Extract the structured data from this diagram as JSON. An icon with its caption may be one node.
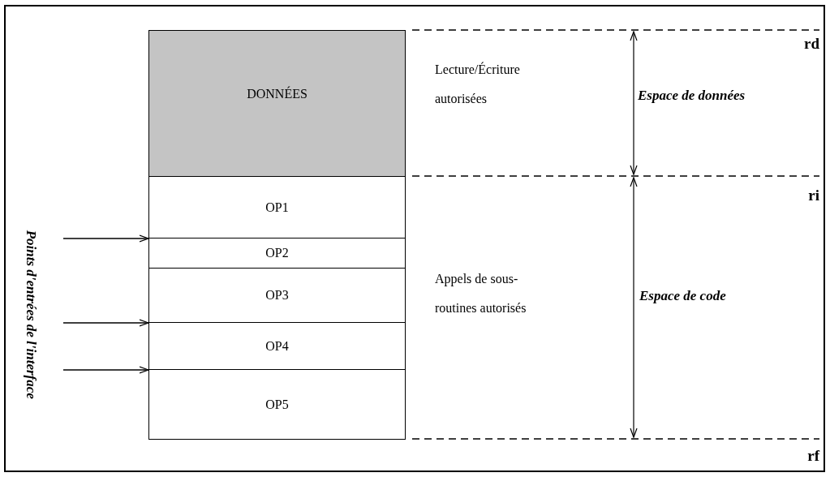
{
  "diagram": {
    "nodes": [
      {
        "text": [
          "DONNÉES"
        ]
      },
      {
        "text": [
          "OP1"
        ]
      },
      {
        "text": [
          "OP2"
        ]
      },
      {
        "text": [
          "OP3"
        ]
      },
      {
        "text": [
          "OP4"
        ]
      },
      {
        "text": [
          "OP5"
        ]
      }
    ],
    "edges": [
      {
        "from": null,
        "to": 2,
        "arrow": "to"
      },
      {
        "from": null,
        "to": 4,
        "arrow": "to"
      },
      {
        "from": null,
        "to": 5,
        "arrow": "to"
      }
    ],
    "labels": [
      "rd",
      "Lecture/Écriture autorisées",
      "Espace de données",
      "ri",
      "Points d'entrées de l'interface",
      "Appels de sous-routines autorisés",
      "Espace de code",
      "rf"
    ]
  }
}
